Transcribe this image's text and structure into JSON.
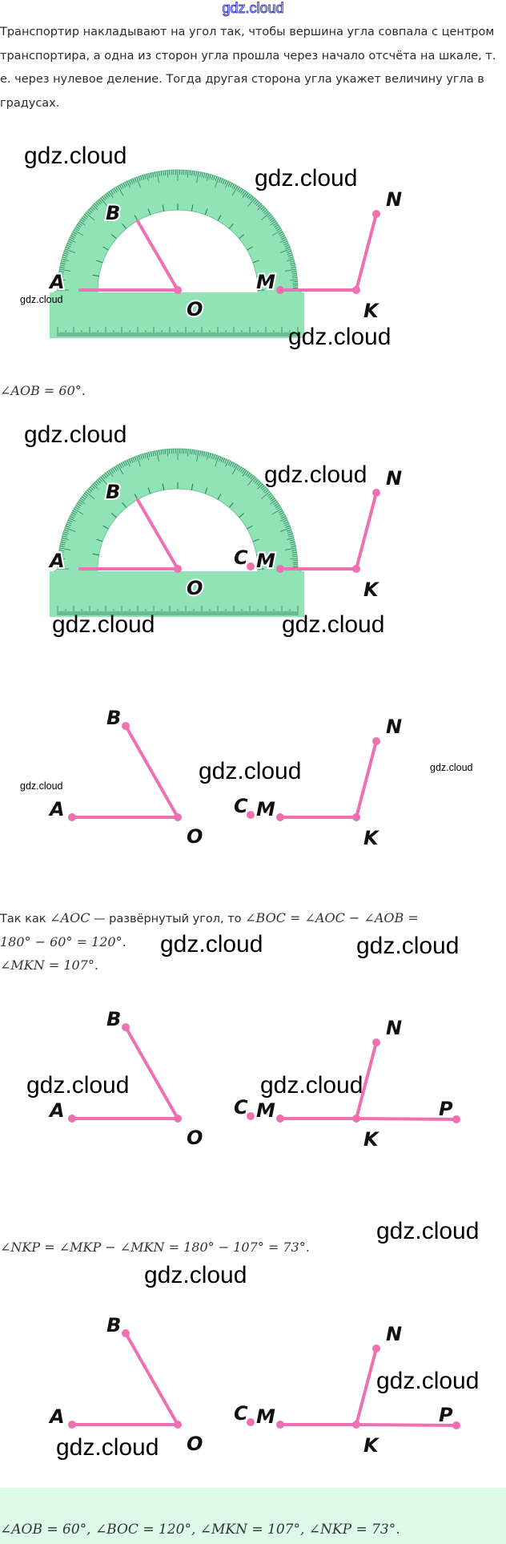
{
  "header_watermark": "gdz.cloud",
  "intro": "Транспортир накладывают на угол так, чтобы вершина угла совпала с центром транспортира, а одна из сторон угла прошла через начало отсчёта на шкале, т. е. через нулевое деление. Тогда другая сторона угла укажет величину угла в градусах.",
  "result_aob": "∠AOB = 60°.",
  "explanation": {
    "prefix": "Так как ",
    "aoc": "∠AOC",
    "middle": " — развёрнутый угол, то ",
    "eq1": "∠BOC = ∠AOC − ∠AOB =",
    "eq2": "180° − 60° = 120°.",
    "mkn": "∠MKN = 107°."
  },
  "nkp_formula": "∠NKP = ∠MKP − ∠MKN = 180° − 107° = 73°.",
  "answer": "∠AOB = 60°, ∠BOC = 120°, ∠MKN = 107°, ∠NKP = 73°.",
  "points": {
    "A": "A",
    "B": "B",
    "O": "O",
    "C": "C",
    "M": "M",
    "K": "K",
    "N": "N",
    "P": "P"
  },
  "watermarks": [
    "gdz.cloud",
    "gdz.cloud",
    "gdz.cloud",
    "gdz.cloud",
    "gdz.cloud",
    "gdz.cloud",
    "gdz.cloud",
    "gdz.cloud",
    "gdz.cloud",
    "gdz.cloud",
    "gdz.cloud",
    "gdz.cloud",
    "gdz.cloud",
    "gdz.cloud",
    "gdz.cloud",
    "gdz.cloud",
    "gdz.cloud",
    "gdz.cloud"
  ],
  "colors": {
    "line": "#f06fb0",
    "protractor": "#8fe3b5",
    "protractor_ink": "#2c6f55",
    "answer_bg": "#dcfce9"
  },
  "angles": {
    "AOB": 60,
    "BOC": 120,
    "MKN": 107,
    "NKP": 73
  }
}
